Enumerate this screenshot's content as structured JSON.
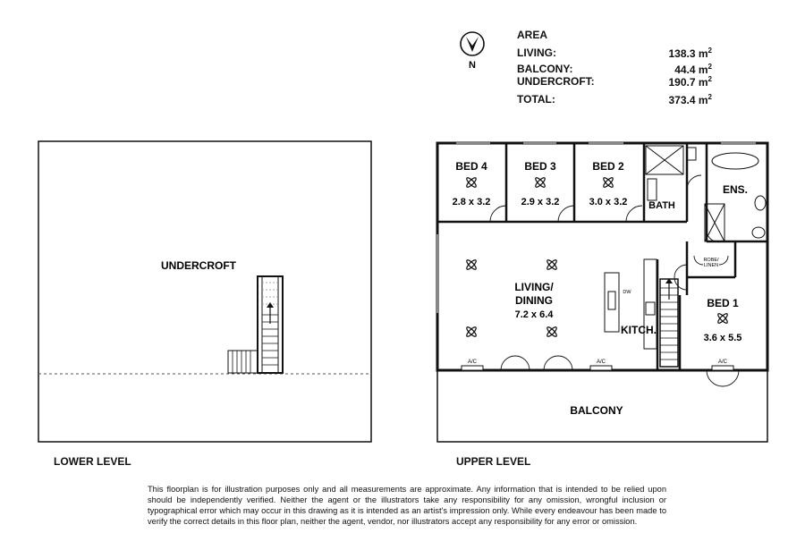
{
  "area": {
    "title": "AREA",
    "rows": [
      {
        "label": "LIVING:",
        "value": "138.3 m",
        "unit_sup": "2"
      },
      {
        "label": "BALCONY:",
        "value": "44.4 m",
        "unit_sup": "2"
      },
      {
        "label": "UNDERCROFT:",
        "value": "190.7 m",
        "unit_sup": "2"
      }
    ],
    "total": {
      "label": "TOTAL:",
      "value": "373.4 m",
      "unit_sup": "2"
    }
  },
  "compass": {
    "label": "N",
    "icon": "north-arrow-icon"
  },
  "lower_level": {
    "label": "LOWER LEVEL",
    "room": "UNDERCROFT"
  },
  "upper_level": {
    "label": "UPPER LEVEL",
    "rooms": {
      "bed4": {
        "name": "BED 4",
        "size": "2.8 x 3.2"
      },
      "bed3": {
        "name": "BED 3",
        "size": "2.9 x 3.2"
      },
      "bed2": {
        "name": "BED 2",
        "size": "3.0 x 3.2"
      },
      "bath": {
        "name": "BATH"
      },
      "ens": {
        "name": "ENS."
      },
      "robe": {
        "line1": "ROBE/",
        "line2": "LINEN"
      },
      "living": {
        "line1": "LIVING/",
        "line2": "DINING",
        "size": "7.2 x 6.4"
      },
      "kitchen": {
        "name": "KITCH.",
        "dw": "DW"
      },
      "bed1": {
        "name": "BED 1",
        "size": "3.6 x 5.5"
      },
      "balcony": {
        "name": "BALCONY"
      },
      "ac": "A/C"
    }
  },
  "disclaimer": "This floorplan is for illustration purposes only and all measurements are approximate. Any information that is intended to be relied upon should be independently verified. Neither the agent or the illustrators take any responsibility for any omission, wrongful inclusion or typographical error which may occur in this drawing as it is intended as an artist's impression only. While every endeavour has been made to verify the correct details in this floor plan, neither the agent, vendor, nor illustrators accept any responsibility for any error or omission."
}
